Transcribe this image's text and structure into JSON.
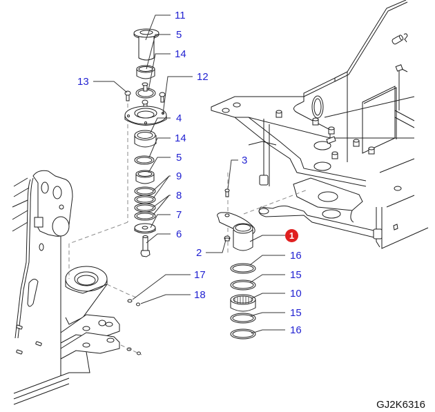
{
  "diagram": {
    "type": "exploded-parts-diagram",
    "drawing_code": "GJ2K6316",
    "highlighted_part": "1",
    "label_color": "#1f1fd1",
    "highlight_color": "#e02020",
    "callouts": [
      {
        "id": "c11",
        "text": "11"
      },
      {
        "id": "c5a",
        "text": "5"
      },
      {
        "id": "c14a",
        "text": "14"
      },
      {
        "id": "c13",
        "text": "13"
      },
      {
        "id": "c12",
        "text": "12"
      },
      {
        "id": "c4",
        "text": "4"
      },
      {
        "id": "c14b",
        "text": "14"
      },
      {
        "id": "c5b",
        "text": "5"
      },
      {
        "id": "c9",
        "text": "9"
      },
      {
        "id": "c8",
        "text": "8"
      },
      {
        "id": "c7",
        "text": "7"
      },
      {
        "id": "c6",
        "text": "6"
      },
      {
        "id": "c3",
        "text": "3"
      },
      {
        "id": "c2",
        "text": "2"
      },
      {
        "id": "c1",
        "text": "1"
      },
      {
        "id": "c16a",
        "text": "16"
      },
      {
        "id": "c15a",
        "text": "15"
      },
      {
        "id": "c10",
        "text": "10"
      },
      {
        "id": "c15b",
        "text": "15"
      },
      {
        "id": "c16b",
        "text": "16"
      },
      {
        "id": "c17",
        "text": "17"
      },
      {
        "id": "c18",
        "text": "18"
      }
    ]
  }
}
